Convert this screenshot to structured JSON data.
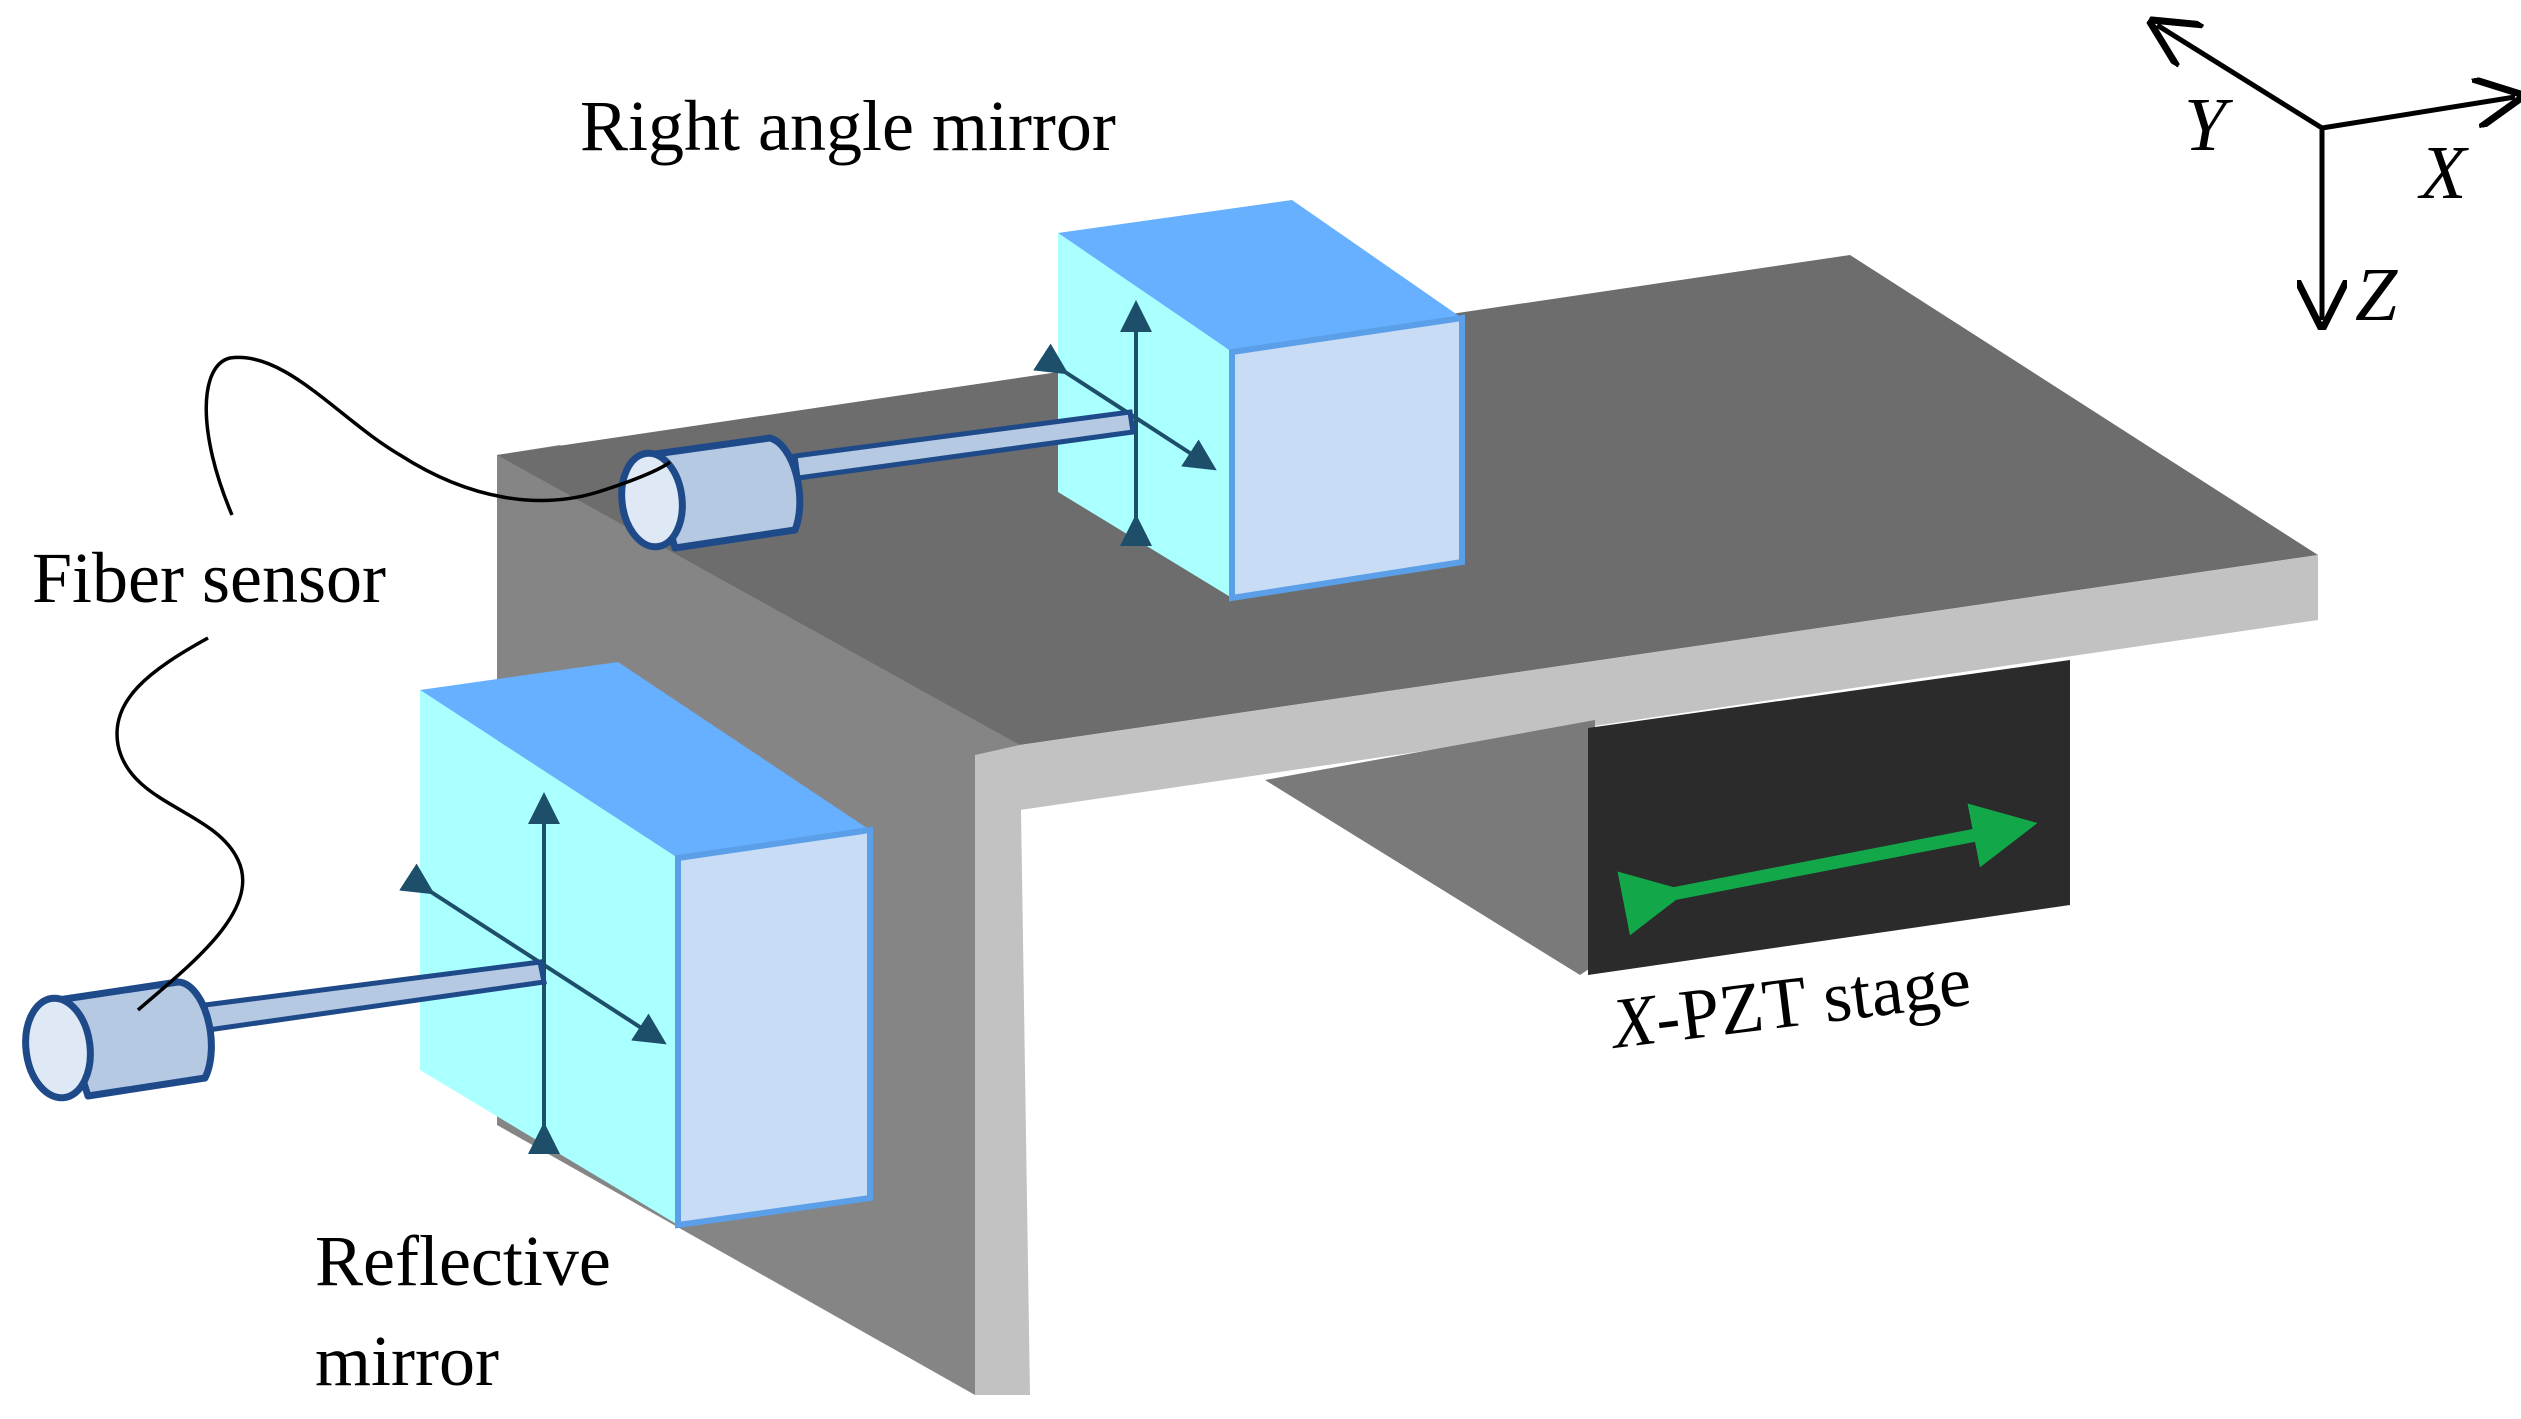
{
  "labels": {
    "right_angle_mirror": "Right angle mirror",
    "fiber_sensor": "Fiber sensor",
    "reflective_mirror_line1": "Reflective",
    "reflective_mirror_line2": "mirror",
    "stage_axis": "X",
    "stage_rest": "-PZT stage"
  },
  "axes": {
    "x": "X",
    "y": "Y",
    "z": "Z"
  },
  "colors": {
    "mirror_front": "#aaffff",
    "mirror_top": "#66b0ff",
    "mirror_side": "#c9dcf5",
    "mirror_edge": "#5b9fe8",
    "table_top": "#6d6d6d",
    "table_wall": "#858585",
    "rail": "#c2c2c2",
    "stage": "#2b2b2b",
    "stage_arrow": "#12a84a",
    "sensor_fill": "#b5c9e3",
    "sensor_stroke": "#1f4a8a",
    "motion_arrow": "#1e4f6a"
  }
}
